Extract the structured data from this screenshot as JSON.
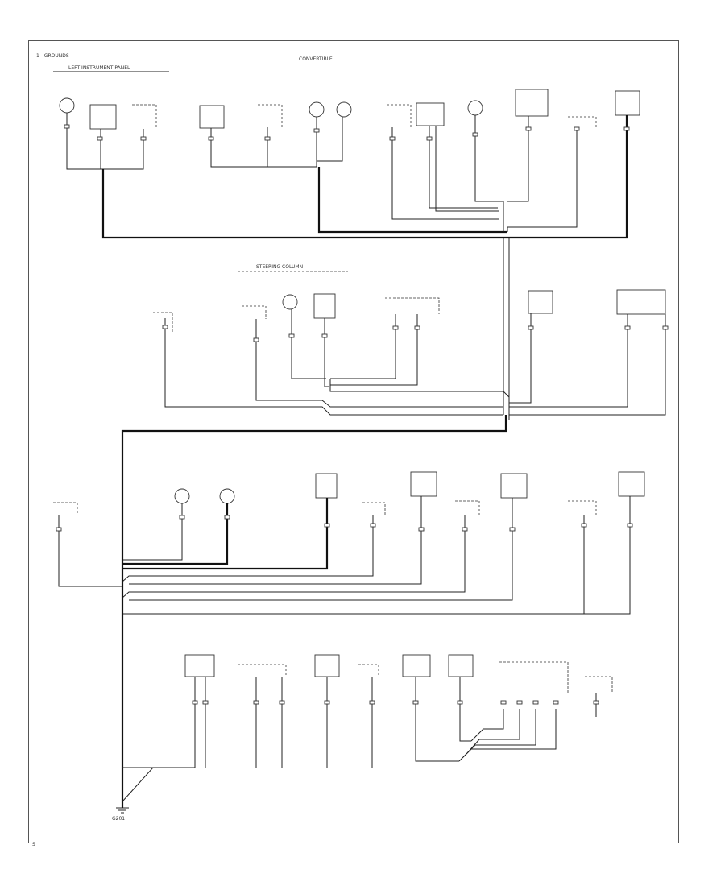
{
  "header": {
    "left_title": "1 - GROUNDS",
    "top_bracket": "LEFT INSTRUMENT PANEL",
    "center_title": "CONVERTIBLE"
  },
  "footer": {
    "code": "S"
  },
  "mid_bracket": "STEERING COLUMN",
  "ground_node": "G201",
  "colors": {
    "line": "#222222",
    "frame": "#555555"
  }
}
